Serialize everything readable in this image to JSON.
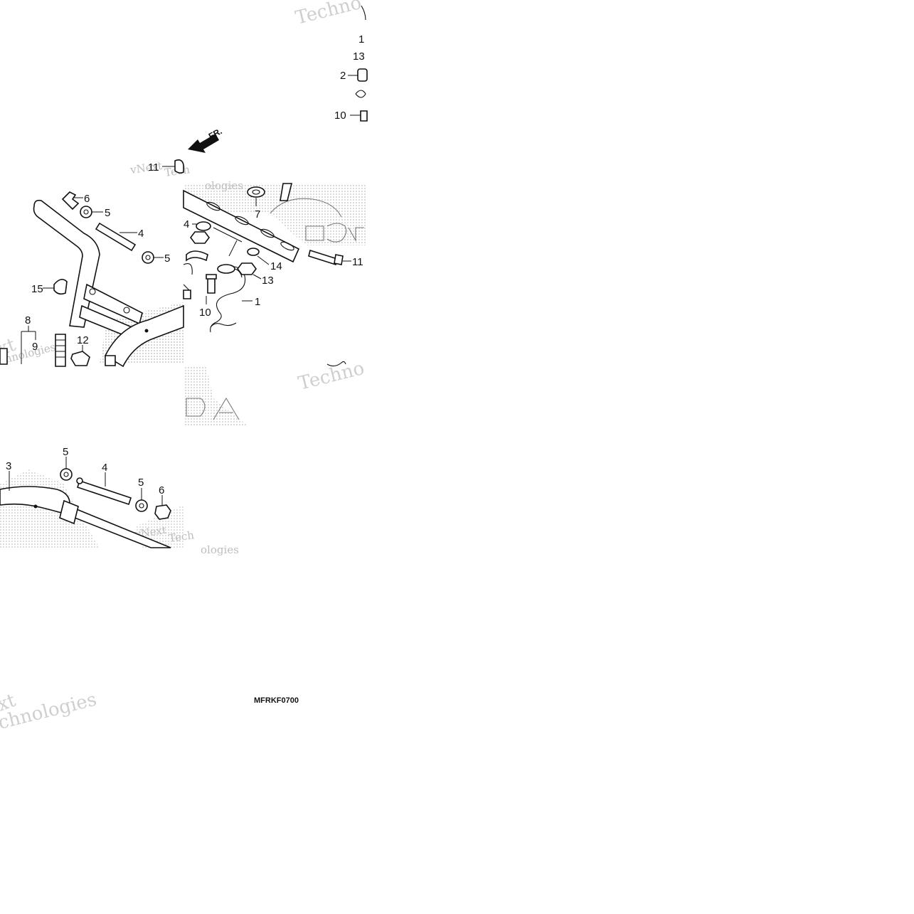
{
  "diagram": {
    "drawing_code": "MFRKF0700",
    "direction_label": "FR.",
    "watermarks": {
      "brand": "vNext",
      "word_a": "Techno",
      "word_b": "Technologies",
      "word_c": "Tech",
      "word_d": "ologies",
      "word_e": "chnologies",
      "word_f": "xt"
    },
    "callouts": {
      "c1": "1",
      "c2": "2",
      "c3": "3",
      "c4": "4",
      "c5": "5",
      "c6": "6",
      "c7": "7",
      "c8": "8",
      "c9": "9",
      "c10": "10",
      "c11": "11",
      "c12": "12",
      "c13": "13",
      "c14": "14",
      "c15": "15",
      "c14cut": "1"
    }
  }
}
